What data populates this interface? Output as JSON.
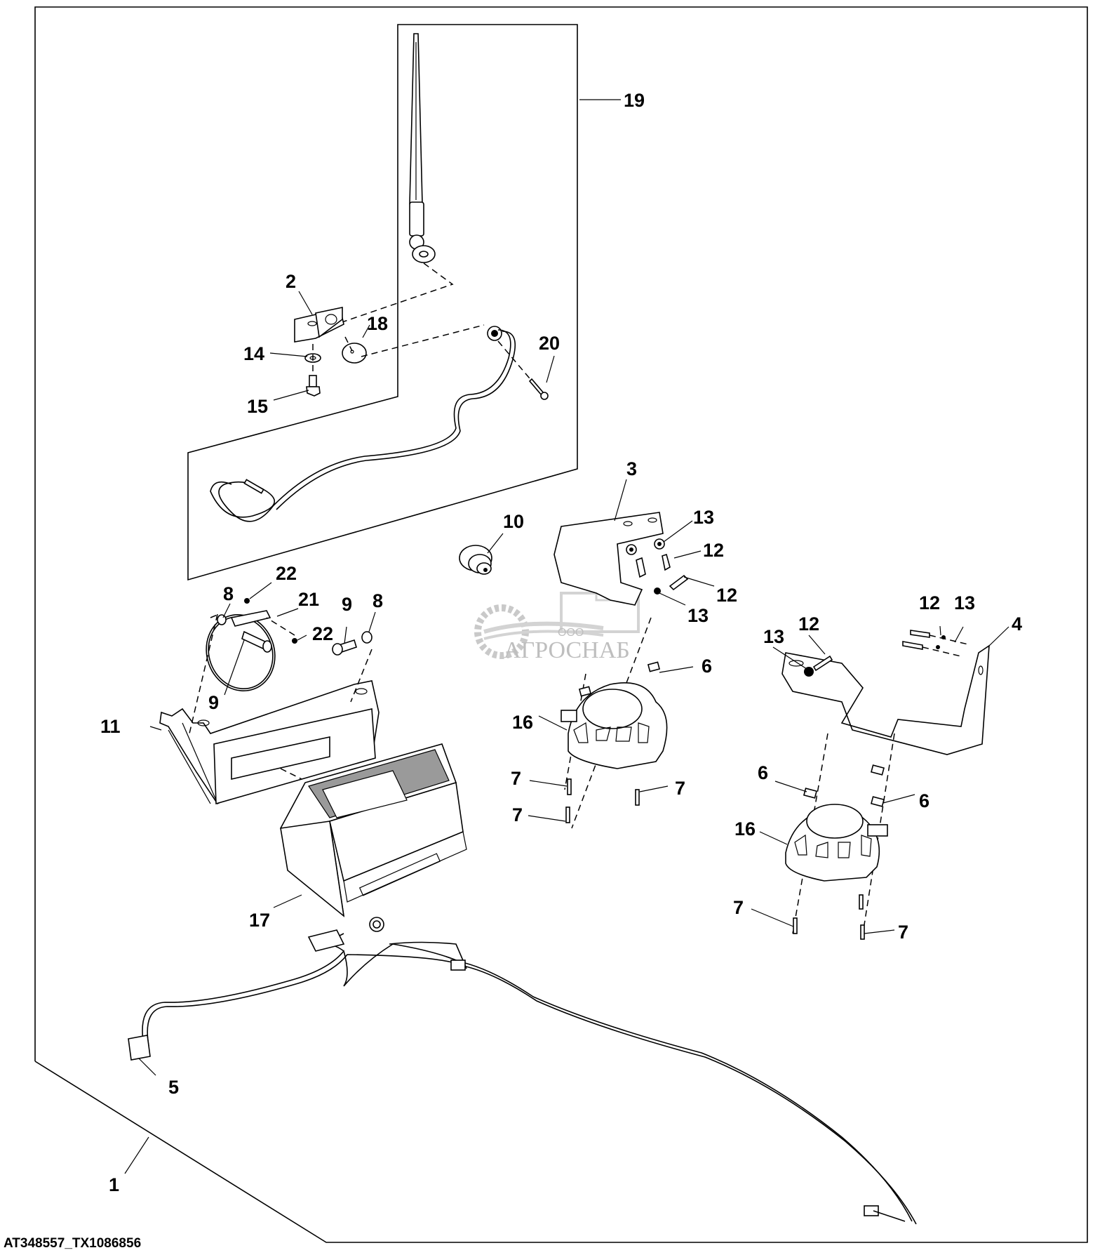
{
  "diagram": {
    "type": "exploded-parts-view",
    "caption": "AT348557_TX1086856",
    "watermark": {
      "prefix": "ООО",
      "name": "АГРОСНАБ"
    },
    "callouts": [
      {
        "id": "c19",
        "label": "19"
      },
      {
        "id": "c2",
        "label": "2"
      },
      {
        "id": "c18",
        "label": "18"
      },
      {
        "id": "c14",
        "label": "14"
      },
      {
        "id": "c15",
        "label": "15"
      },
      {
        "id": "c20",
        "label": "20"
      },
      {
        "id": "c3",
        "label": "3"
      },
      {
        "id": "c10",
        "label": "10"
      },
      {
        "id": "c13a",
        "label": "13"
      },
      {
        "id": "c12a",
        "label": "12"
      },
      {
        "id": "c12b",
        "label": "12"
      },
      {
        "id": "c13b",
        "label": "13"
      },
      {
        "id": "c8a",
        "label": "8"
      },
      {
        "id": "c22a",
        "label": "22"
      },
      {
        "id": "c21",
        "label": "21"
      },
      {
        "id": "c22b",
        "label": "22"
      },
      {
        "id": "c9a",
        "label": "9"
      },
      {
        "id": "c8b",
        "label": "8"
      },
      {
        "id": "c9b",
        "label": "9"
      },
      {
        "id": "c12c",
        "label": "12"
      },
      {
        "id": "c13c",
        "label": "13"
      },
      {
        "id": "c4",
        "label": "4"
      },
      {
        "id": "c13d",
        "label": "13"
      },
      {
        "id": "c12d",
        "label": "12"
      },
      {
        "id": "c6a",
        "label": "6"
      },
      {
        "id": "c11",
        "label": "11"
      },
      {
        "id": "c16a",
        "label": "16"
      },
      {
        "id": "c7a",
        "label": "7"
      },
      {
        "id": "c7b",
        "label": "7"
      },
      {
        "id": "c7c",
        "label": "7"
      },
      {
        "id": "c6b",
        "label": "6"
      },
      {
        "id": "c6c",
        "label": "6"
      },
      {
        "id": "c16b",
        "label": "16"
      },
      {
        "id": "c17",
        "label": "17"
      },
      {
        "id": "c7d",
        "label": "7"
      },
      {
        "id": "c7e",
        "label": "7"
      },
      {
        "id": "c5",
        "label": "5"
      },
      {
        "id": "c1",
        "label": "1"
      }
    ]
  }
}
